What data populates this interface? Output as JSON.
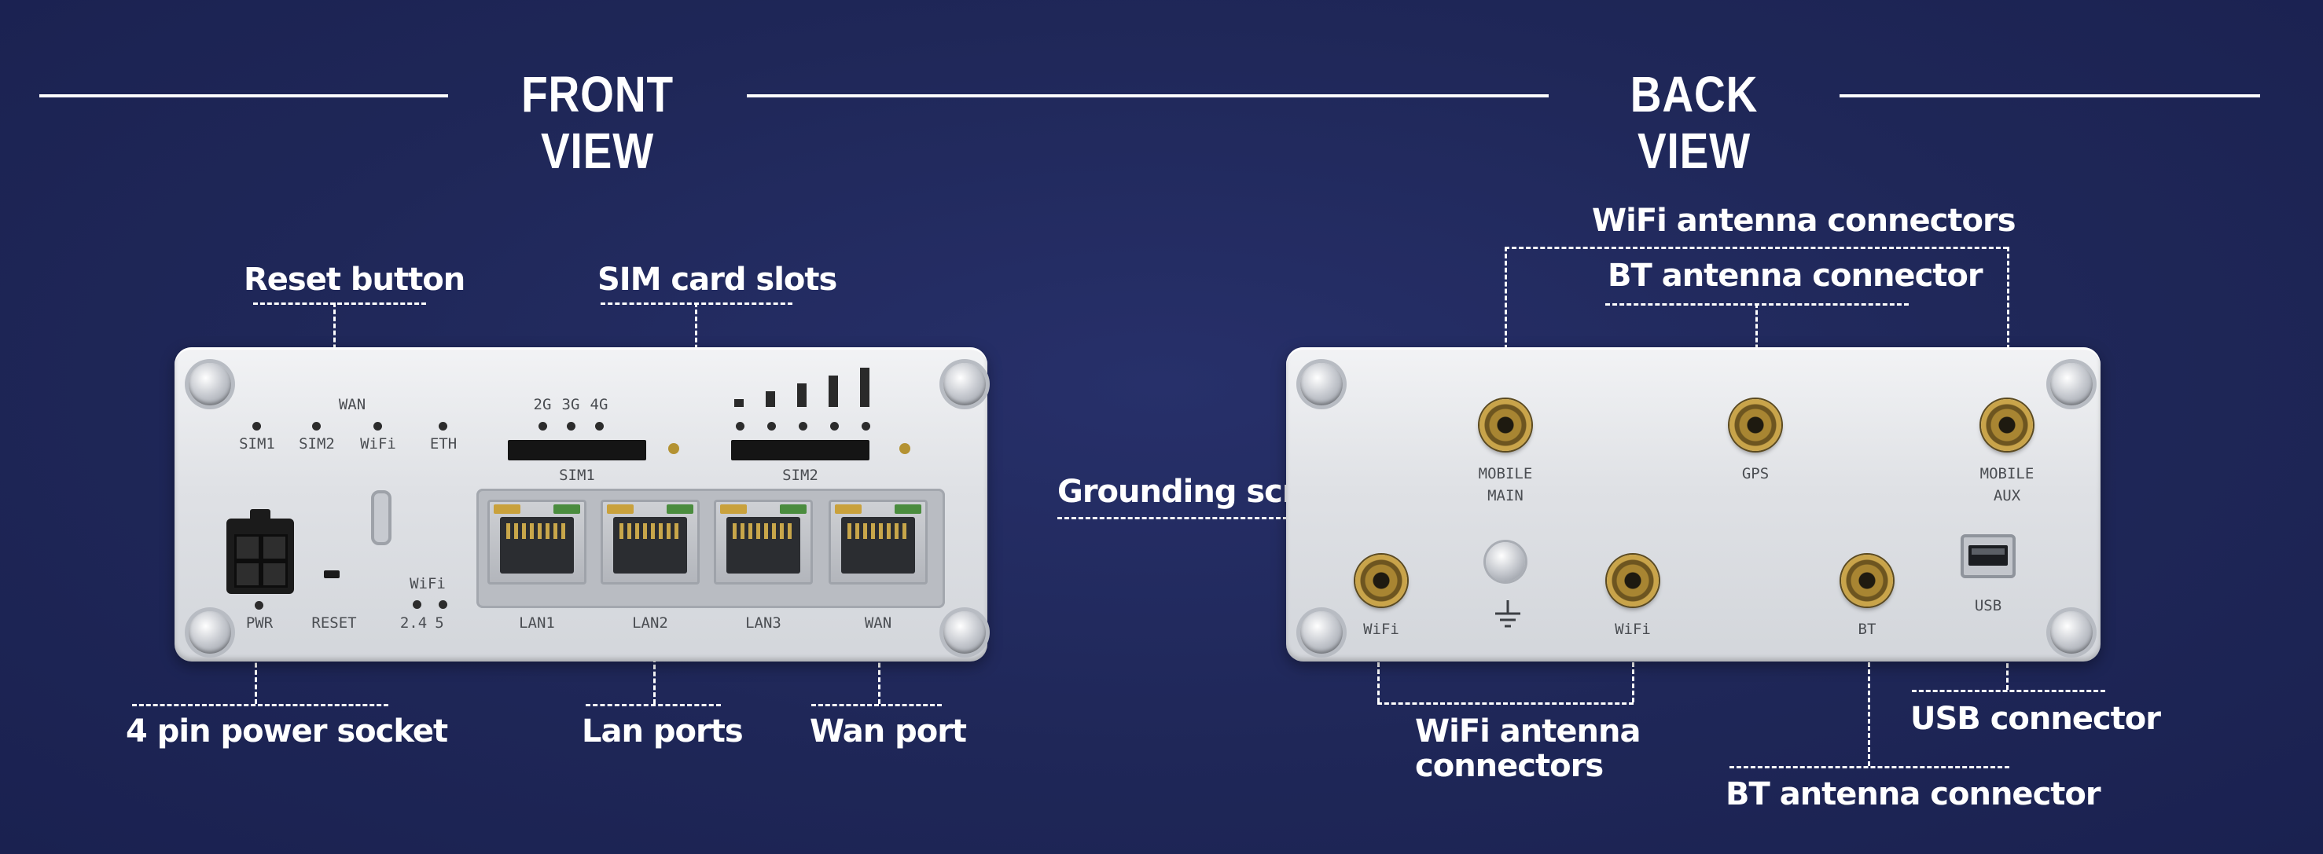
{
  "headings": {
    "front": "FRONT VIEW",
    "back": "BACK VIEW"
  },
  "front_callouts": {
    "reset_button": "Reset button",
    "sim_card_slots": "SIM card slots",
    "power_socket": "4 pin power socket",
    "lan_ports": "Lan ports",
    "wan_port": "Wan port"
  },
  "back_callouts": {
    "wifi_antenna_top": "WiFi antenna connectors",
    "bt_antenna_top": "BT antenna connector",
    "grounding_screw": "Grounding screw",
    "wifi_antenna_bottom_l1": "WiFi antenna",
    "wifi_antenna_bottom_l2": "connectors",
    "usb_connector": "USB connector",
    "bt_antenna_bottom": "BT antenna connector"
  },
  "front_panel": {
    "wan_label": "WAN",
    "led_sim1": "SIM1",
    "led_sim2": "SIM2",
    "led_wifi": "WiFi",
    "led_eth": "ETH",
    "net_2g": "2G",
    "net_3g": "3G",
    "net_4g": "4G",
    "slot_sim1": "SIM1",
    "slot_sim2": "SIM2",
    "wifi_band_label": "WiFi",
    "band_24": "2.4",
    "band_5": "5",
    "pwr": "PWR",
    "reset": "RESET",
    "lan1": "LAN1",
    "lan2": "LAN2",
    "lan3": "LAN3",
    "wan": "WAN"
  },
  "back_panel": {
    "mobile_main_l1": "MOBILE",
    "mobile_main_l2": "MAIN",
    "gps": "GPS",
    "mobile_aux_l1": "MOBILE",
    "mobile_aux_l2": "AUX",
    "usb": "USB",
    "wifi_left": "WiFi",
    "wifi_right": "WiFi",
    "bt": "BT"
  }
}
